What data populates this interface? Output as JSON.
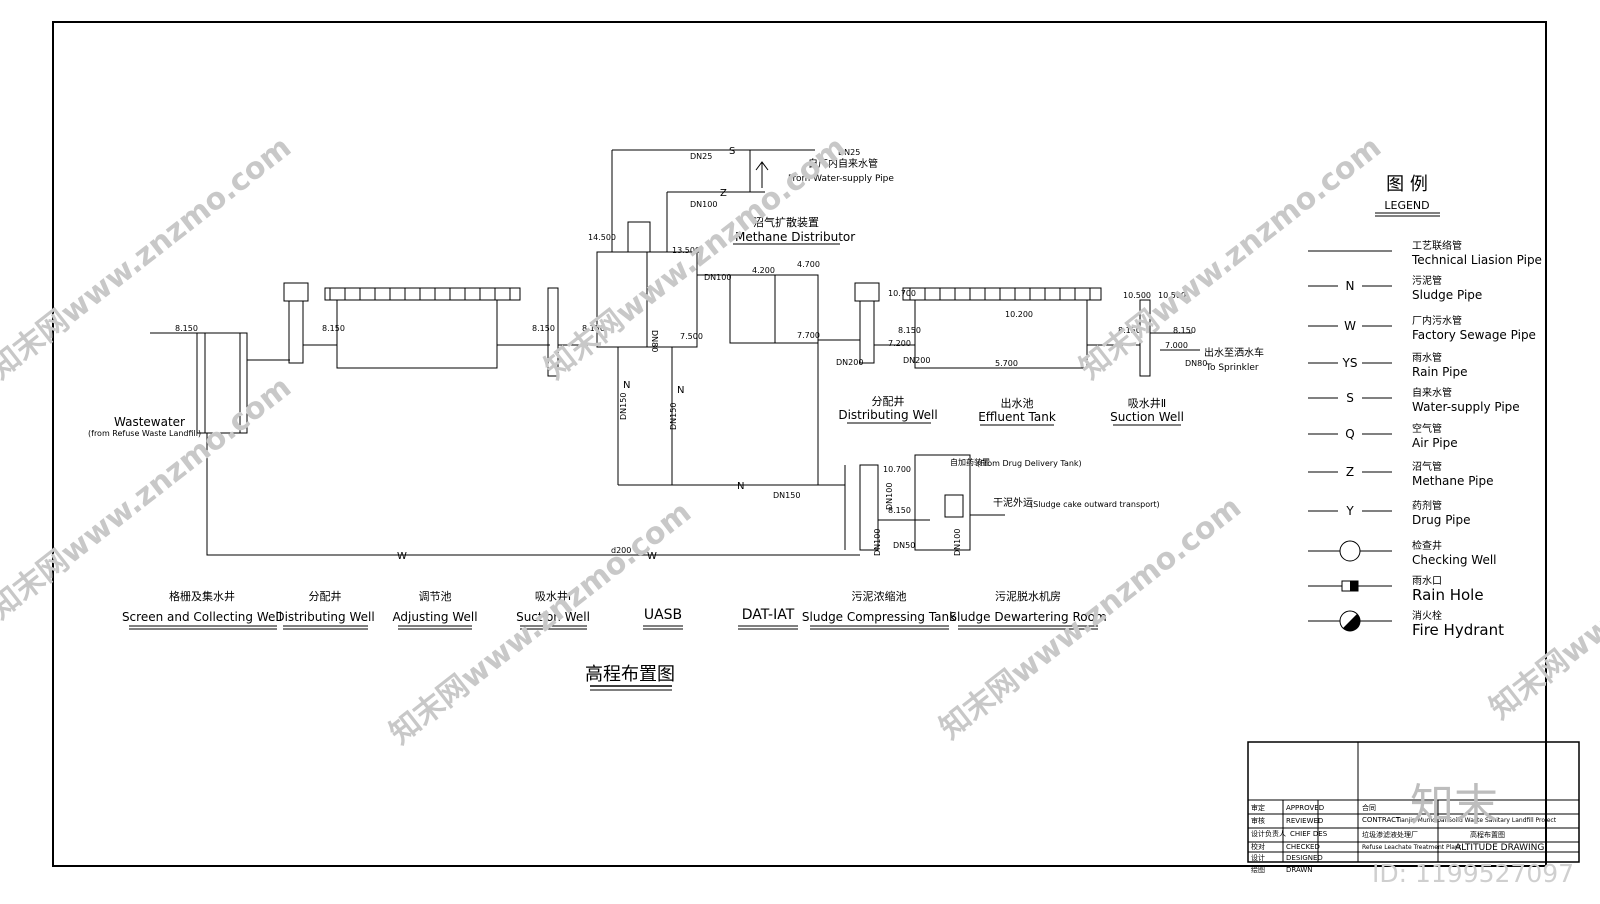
{
  "drawing": {
    "title_cn": "高程布置图",
    "units": [
      {
        "cn": "格栅及集水井",
        "en": "Screen and Collecting Well"
      },
      {
        "cn": "分配井",
        "en": "Distributing Well"
      },
      {
        "cn": "调节池",
        "en": "Adjusting Well"
      },
      {
        "cn": "吸水井Ⅰ",
        "en": "Suction Well"
      },
      {
        "cn": "",
        "en": "UASB"
      },
      {
        "cn": "",
        "en": "DAT-IAT"
      },
      {
        "cn": "污泥浓缩池",
        "en": "Sludge Compressing Tank"
      },
      {
        "cn": "污泥脱水机房",
        "en": "Sludge Dewartering Room"
      }
    ],
    "upper_units": [
      {
        "cn": "分配井",
        "en": "Distributing Well"
      },
      {
        "cn": "出水池",
        "en": "Effluent Tank"
      },
      {
        "cn": "吸水井Ⅱ",
        "en": "Suction Well"
      }
    ],
    "labels": {
      "wastewater": "Wastewater",
      "wastewater_src": "(from Refuse Waste Landfill)",
      "methane_cn": "沼气扩散装置",
      "methane_en": "Methane Distributor",
      "water_supply_cn": "自厂内自来水管",
      "water_supply_en": "From Water-supply Pipe",
      "sprinkler_cn": "出水至洒水车",
      "sprinkler_en": "To Sprinkler",
      "drug_cn": "自加药装置",
      "drug_en": "(From Drug Delivery Tank)",
      "cake_cn": "干泥外运",
      "cake_en": "(Sludge cake outward transport)"
    },
    "elevations": [
      "8.150",
      "8.150",
      "8.150",
      "8.150",
      "14.500",
      "13.500",
      "7.500",
      "4.200",
      "4.700",
      "7.700",
      "10.700",
      "7.200",
      "8.150",
      "10.200",
      "5.700",
      "10.500",
      "10.500",
      "8.150",
      "8.150",
      "7.000",
      "10.700",
      "8.150"
    ],
    "pipe_sizes": [
      "DN25",
      "DN25",
      "DN100",
      "DN100",
      "DN80",
      "DN200",
      "DN200",
      "DN80",
      "DN150",
      "DN150",
      "DN150",
      "DN100",
      "DN50",
      "DN100",
      "DN100",
      "d200"
    ],
    "pipe_codes": [
      "S",
      "Z",
      "N",
      "N",
      "N",
      "W",
      "W"
    ]
  },
  "legend": {
    "title_cn": "图 例",
    "title_en": "LEGEND",
    "items": [
      {
        "code": "",
        "cn": "工艺联络管",
        "en": "Technical Liasion Pipe",
        "symbol": "line"
      },
      {
        "code": "N",
        "cn": "污泥管",
        "en": "Sludge Pipe",
        "symbol": "coded-line"
      },
      {
        "code": "W",
        "cn": "厂内污水管",
        "en": "Factory Sewage Pipe",
        "symbol": "coded-line"
      },
      {
        "code": "YS",
        "cn": "雨水管",
        "en": "Rain Pipe",
        "symbol": "coded-line"
      },
      {
        "code": "S",
        "cn": "自来水管",
        "en": "Water-supply Pipe",
        "symbol": "coded-line"
      },
      {
        "code": "Q",
        "cn": "空气管",
        "en": "Air Pipe",
        "symbol": "coded-line"
      },
      {
        "code": "Z",
        "cn": "沼气管",
        "en": "Methane Pipe",
        "symbol": "coded-line"
      },
      {
        "code": "Y",
        "cn": "药剂管",
        "en": "Drug Pipe",
        "symbol": "coded-line"
      },
      {
        "code": "",
        "cn": "检查井",
        "en": "Checking Well",
        "symbol": "circle"
      },
      {
        "code": "",
        "cn": "雨水口",
        "en": "Rain Hole",
        "symbol": "rain-hole"
      },
      {
        "code": "",
        "cn": "消火栓",
        "en": "Fire Hydrant",
        "symbol": "hydrant"
      }
    ]
  },
  "title_block": {
    "rows": [
      {
        "cn": "审定",
        "en": "APPROVED"
      },
      {
        "cn": "审核",
        "en": "REVIEWED"
      },
      {
        "cn": "设计负责人",
        "en": "CHIEF DES"
      },
      {
        "cn": "校对",
        "en": "CHECKED"
      },
      {
        "cn": "设计",
        "en": "DESIGNED"
      },
      {
        "cn": "绘图",
        "en": "DRAWN"
      }
    ],
    "contract_cn": "合同",
    "contract_en": "CONTRACT",
    "project_en": "Tianjin Municipal Solid Waste Sanitary Landfill Project",
    "plant_cn": "垃圾渗滤液处理厂",
    "plant_en": "Refuse Leachate Treatment Plant",
    "drawing_cn": "高程布置图",
    "drawing_en": "ALTITUDE DRAWING"
  },
  "watermark": {
    "text": "知末网www.znzmo.com",
    "logo": "知末",
    "id": "ID: 1199527097"
  }
}
